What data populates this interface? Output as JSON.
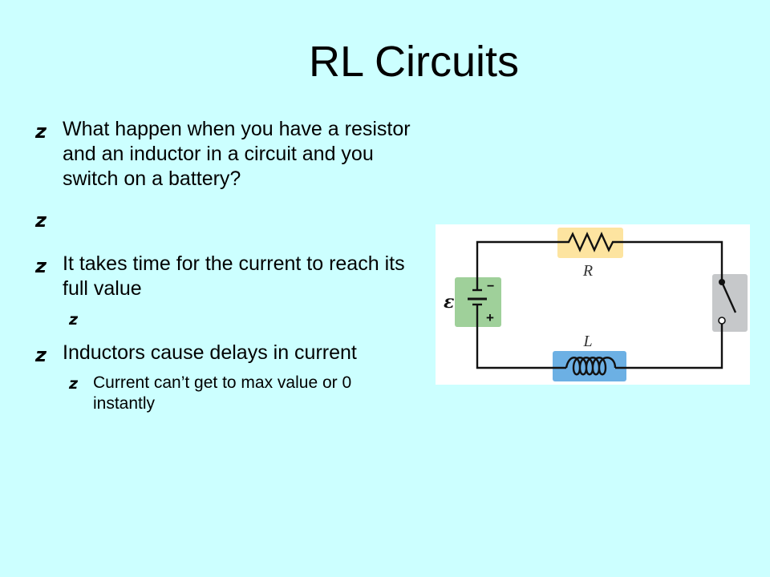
{
  "slide": {
    "title": "RL Circuits",
    "bullet_glyph": "z",
    "bullets": [
      {
        "text": "What happen when you have a resistor and an inductor in a circuit and you switch on a battery?"
      },
      {
        "text": ""
      },
      {
        "text": "It takes time for the current to reach its full value"
      },
      {
        "sub_text": ""
      },
      {
        "text": "Inductors cause delays in current"
      },
      {
        "sub_text": "Current can’t get to max value or 0 instantly"
      }
    ]
  },
  "circuit": {
    "resistor_label": "R",
    "inductor_label": "L",
    "emf_label": "ε",
    "battery_minus": "−",
    "battery_plus": "+",
    "colors": {
      "resistor_box": "#fde4a0",
      "inductor_box": "#6cb0e4",
      "battery_box": "#9fd09a",
      "switch_box": "#c6c8ca",
      "wire": "#111111"
    }
  },
  "colors": {
    "background": "#ccffff"
  }
}
